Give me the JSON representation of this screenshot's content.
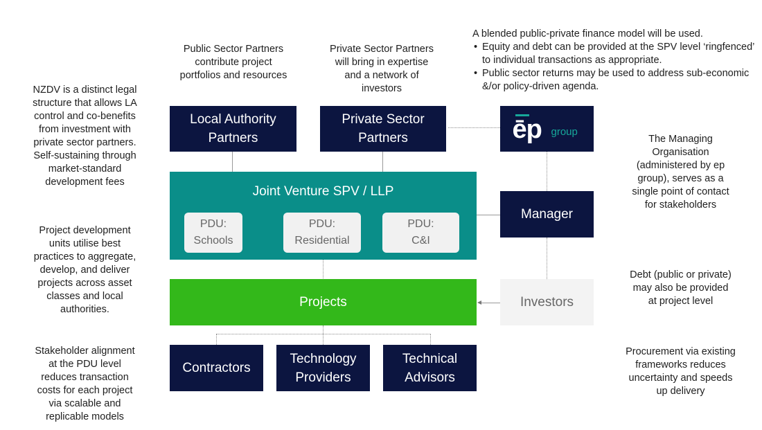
{
  "notes": {
    "public_sector": "Public Sector Partners\ncontribute project\nportfolios and resources",
    "private_sector": "Private Sector Partners\nwill bring in expertise\nand a network of\ninvestors",
    "finance_title": "A blended public-private finance model will be used.",
    "finance_bullets": [
      "Equity and debt can be provided at the SPV level ‘ringfenced’ to individual transactions as appropriate.",
      "Public sector returns may be used to address sub-economic &/or policy-driven agenda."
    ],
    "nzdv": "NZDV is a distinct legal\nstructure that allows LA\ncontrol and co-benefits\nfrom investment with\nprivate sector partners.\nSelf-sustaining through\nmarket-standard\ndevelopment fees",
    "pdu_units": "Project development\nunits utilise best\npractices to aggregate,\ndevelop, and deliver\nprojects across asset\nclasses and local\nauthorities.",
    "stakeholder": "Stakeholder alignment\nat the PDU level\nreduces transaction\ncosts for each project\nvia scalable and\nreplicable models",
    "managing_org": "The Managing\nOrganisation\n(administered by ep\ngroup), serves as a\nsingle point of contact\nfor stakeholders",
    "debt": "Debt (public or private)\nmay also be provided\nat project level",
    "procurement": "Procurement via existing\nframeworks reduces\nuncertainty and speeds\nup delivery"
  },
  "boxes": {
    "local_authority": "Local Authority\nPartners",
    "private_sector": "Private Sector\nPartners",
    "ep_logo_main": "ēp",
    "ep_logo_sub": "group",
    "jv_title": "Joint Venture SPV / LLP",
    "pdus": [
      {
        "prefix": "PDU:",
        "name": "Schools"
      },
      {
        "prefix": "PDU:",
        "name": "Residential"
      },
      {
        "prefix": "PDU:",
        "name": "C&I"
      }
    ],
    "manager": "Manager",
    "projects": "Projects",
    "investors": "Investors",
    "contractors": "Contractors",
    "technology_providers": "Technology\nProviders",
    "technical_advisors": "Technical\nAdvisors"
  },
  "colors": {
    "navy": "#0c1540",
    "teal": "#0a8e89",
    "green": "#33b81a",
    "light_grey": "#f3f3f3",
    "logo_accent": "#17a89a"
  }
}
